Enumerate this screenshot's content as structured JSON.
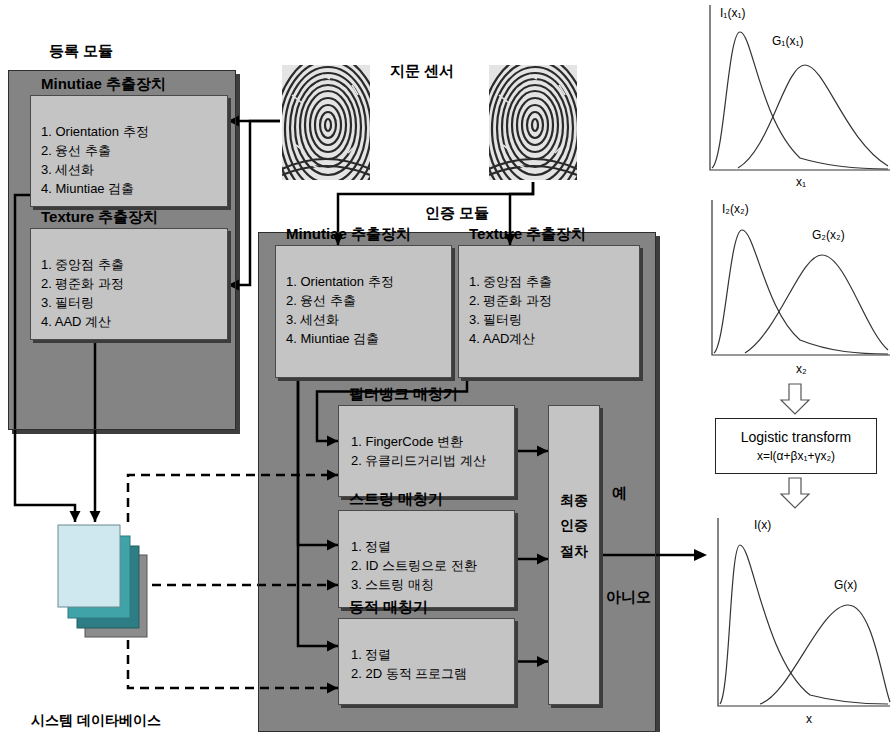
{
  "diagram": {
    "nodes": [
      {
        "text": [
          "등록 모듈"
        ]
      },
      {
        "text": [
          "Minutiae 추출장치",
          "1. Orientation 추정",
          "2. 융선 추출",
          "3. 세션화",
          "4. Miuntiae 검출"
        ],
        "in": 0
      },
      {
        "text": [
          "Texture 추출장치",
          "1. 중앙점 추출",
          "2. 평준화 과정",
          "3. 필터링",
          "4. AAD 계산"
        ],
        "in": 0
      },
      {
        "text": [
          "지문 센서"
        ]
      },
      {
        "text": [
          "인증 모듈"
        ]
      },
      {
        "text": [
          "Minutiae 추출장치",
          "1. Orientation 추정",
          "2. 융선 추출",
          "3. 세션화",
          "4. Miuntiae 검출"
        ],
        "in": 4
      },
      {
        "text": [
          "Texture 추출장치",
          "1. 중앙점 추출",
          "2. 평준화 과정",
          "3. 필터링",
          "4. AAD계산"
        ],
        "in": 4
      },
      {
        "text": [
          "필터뱅크 매칭기",
          "1. FingerCode 변환",
          "2. 유클리드거리법 계산"
        ],
        "in": 4
      },
      {
        "text": [
          "스트링 매칭기",
          "1. 정렬",
          "2. ID 스트링으로 전환",
          "3. 스트링 매칭"
        ],
        "in": 4
      },
      {
        "text": [
          "동적 매칭기",
          "1. 정렬",
          "2. 2D 동적 프로그램"
        ],
        "in": 4
      },
      {
        "text": [
          "최종 인증 절차"
        ],
        "in": 4
      },
      {
        "text": [
          "시스템 데이타베이스"
        ]
      },
      {
        "text": [
          "Logistic transform",
          "x=l(α+βx₁+γx₂)"
        ]
      }
    ],
    "edges": [
      {
        "from": 3,
        "to": 1,
        "arrow": "to"
      },
      {
        "from": 3,
        "to": 2,
        "arrow": "to"
      },
      {
        "from": 3,
        "to": 5,
        "arrow": "to"
      },
      {
        "from": 3,
        "to": 6,
        "arrow": "to"
      },
      {
        "from": 1,
        "to": 11,
        "arrow": "to"
      },
      {
        "from": 2,
        "to": 11,
        "arrow": "to"
      },
      {
        "from": 11,
        "to": 7,
        "arrow": "to"
      },
      {
        "from": 11,
        "to": 8,
        "arrow": "to"
      },
      {
        "from": 11,
        "to": 9,
        "arrow": "to"
      },
      {
        "from": 6,
        "to": 7,
        "arrow": "to"
      },
      {
        "from": 5,
        "to": 8,
        "arrow": "to"
      },
      {
        "from": 5,
        "to": 9,
        "arrow": "to"
      },
      {
        "from": 7,
        "to": 10,
        "arrow": "to"
      },
      {
        "from": 8,
        "to": 10,
        "arrow": "to"
      },
      {
        "from": 9,
        "to": 10,
        "arrow": "to"
      }
    ],
    "labels": [
      "예",
      "아니오",
      "I₁(x₁)",
      "G₁(x₁)",
      "x₁",
      "I₂(x₂)",
      "G₂(x₂)",
      "x₂",
      "I(x)",
      "G(x)",
      "x"
    ]
  }
}
